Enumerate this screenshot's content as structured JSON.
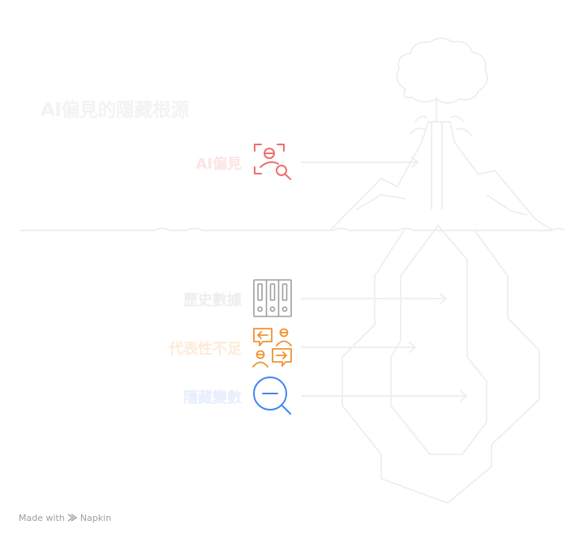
{
  "title": "AI偏見的隱藏根源",
  "surface": {
    "label": "AI偏見",
    "icon": "face-magnifier-icon",
    "color": "#fde4e4"
  },
  "hidden": [
    {
      "label": "歷史數據",
      "icon": "archive-binders-icon",
      "color": "#eeeeee"
    },
    {
      "label": "代表性不足",
      "icon": "people-exchange-icon",
      "color": "#fdebd9"
    },
    {
      "label": "隱藏變數",
      "icon": "zoom-out-icon",
      "color": "#e7eefc"
    }
  ],
  "icon_colors": {
    "surface": "#ef6e6e",
    "hist": "#9e9e9e",
    "rep": "#f0922f",
    "hid": "#4285f4",
    "background_art": "#ececec"
  },
  "credit": {
    "prefix": "Made with",
    "brand": "Napkin"
  }
}
